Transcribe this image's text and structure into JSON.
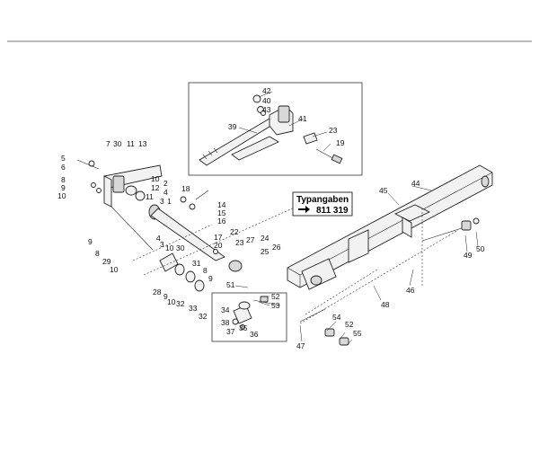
{
  "typangaben": {
    "title": "Typangaben",
    "number": "811 319"
  },
  "callouts": [
    {
      "id": "c1",
      "text": "1"
    },
    {
      "id": "c2",
      "text": "2"
    },
    {
      "id": "c3",
      "text": "3"
    },
    {
      "id": "c4",
      "text": "4"
    },
    {
      "id": "c5",
      "text": "5"
    },
    {
      "id": "c6",
      "text": "6"
    },
    {
      "id": "c7",
      "text": "7"
    },
    {
      "id": "c8a",
      "text": "8"
    },
    {
      "id": "c8b",
      "text": "8"
    },
    {
      "id": "c8c",
      "text": "8"
    },
    {
      "id": "c9a",
      "text": "9"
    },
    {
      "id": "c9b",
      "text": "9"
    },
    {
      "id": "c9c",
      "text": "9"
    },
    {
      "id": "c9d",
      "text": "9"
    },
    {
      "id": "c10a",
      "text": "10"
    },
    {
      "id": "c10b",
      "text": "10"
    },
    {
      "id": "c10c",
      "text": "10"
    },
    {
      "id": "c10d",
      "text": "10"
    },
    {
      "id": "c10e",
      "text": "10"
    },
    {
      "id": "c11a",
      "text": "11"
    },
    {
      "id": "c11b",
      "text": "11"
    },
    {
      "id": "c12",
      "text": "12"
    },
    {
      "id": "c13",
      "text": "13"
    },
    {
      "id": "c14",
      "text": "14"
    },
    {
      "id": "c15",
      "text": "15"
    },
    {
      "id": "c16",
      "text": "16"
    },
    {
      "id": "c17",
      "text": "17"
    },
    {
      "id": "c18",
      "text": "18"
    },
    {
      "id": "c19",
      "text": "19"
    },
    {
      "id": "c20",
      "text": "20"
    },
    {
      "id": "c22",
      "text": "22"
    },
    {
      "id": "c23a",
      "text": "23"
    },
    {
      "id": "c23b",
      "text": "23"
    },
    {
      "id": "c24",
      "text": "24"
    },
    {
      "id": "c25",
      "text": "25"
    },
    {
      "id": "c26",
      "text": "26"
    },
    {
      "id": "c27",
      "text": "27"
    },
    {
      "id": "c28",
      "text": "28"
    },
    {
      "id": "c29",
      "text": "29"
    },
    {
      "id": "c30a",
      "text": "30"
    },
    {
      "id": "c30b",
      "text": "30"
    },
    {
      "id": "c31",
      "text": "31"
    },
    {
      "id": "c32a",
      "text": "32"
    },
    {
      "id": "c32b",
      "text": "32"
    },
    {
      "id": "c33",
      "text": "33"
    },
    {
      "id": "c34",
      "text": "34"
    },
    {
      "id": "c35",
      "text": "35"
    },
    {
      "id": "c36",
      "text": "36"
    },
    {
      "id": "c37",
      "text": "37"
    },
    {
      "id": "c38",
      "text": "38"
    },
    {
      "id": "c39",
      "text": "39"
    },
    {
      "id": "c40",
      "text": "40"
    },
    {
      "id": "c41",
      "text": "41"
    },
    {
      "id": "c42",
      "text": "42"
    },
    {
      "id": "c43",
      "text": "43"
    },
    {
      "id": "c44",
      "text": "44"
    },
    {
      "id": "c45",
      "text": "45"
    },
    {
      "id": "c46",
      "text": "46"
    },
    {
      "id": "c47",
      "text": "47"
    },
    {
      "id": "c48",
      "text": "48"
    },
    {
      "id": "c49",
      "text": "49"
    },
    {
      "id": "c50",
      "text": "50"
    },
    {
      "id": "c51",
      "text": "51"
    },
    {
      "id": "c52a",
      "text": "52"
    },
    {
      "id": "c52b",
      "text": "52"
    },
    {
      "id": "c53",
      "text": "53"
    },
    {
      "id": "c54",
      "text": "54"
    },
    {
      "id": "c55",
      "text": "55"
    }
  ]
}
